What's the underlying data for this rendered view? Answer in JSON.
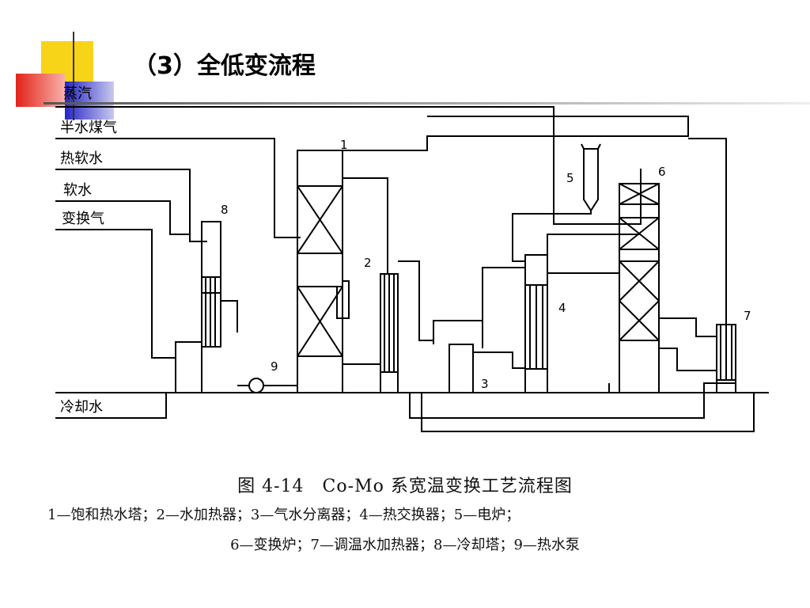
{
  "slide": {
    "title": "（3）全低变流程",
    "colors": {
      "accent_yellow": "#f7d417",
      "accent_red": "#e2231a",
      "accent_blue": "#2626c7",
      "line": "#000000"
    }
  },
  "diagram": {
    "inputs": [
      "蒸汽",
      "半水煤气",
      "热软水",
      "软水",
      "变换气"
    ],
    "bottom_input": "冷却水",
    "equipment_numbers": [
      "1",
      "2",
      "3",
      "4",
      "5",
      "6",
      "7",
      "8",
      "9"
    ]
  },
  "caption": {
    "title": "图 4-14　Co-Mo 系宽温变换工艺流程图",
    "line1": "1—饱和热水塔；2—水加热器；3—气水分离器；4—热交换器；5—电炉；",
    "line2": "6—变换炉；7—调温水加热器；8—冷却塔；9—热水泵"
  }
}
